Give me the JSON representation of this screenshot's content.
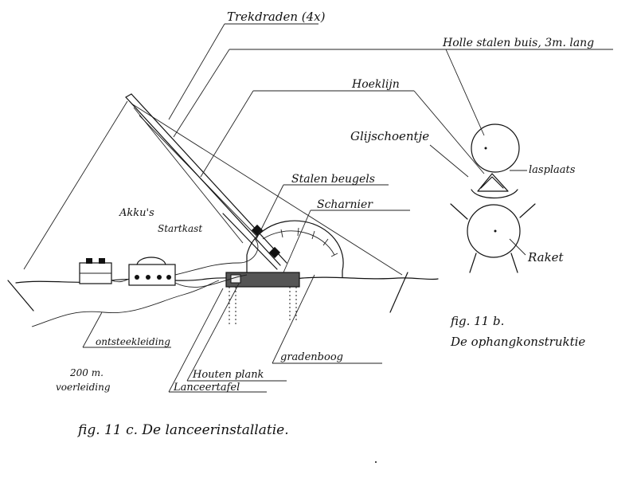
{
  "labels": {
    "trekdraden": "Trekdraden (4x)",
    "holle_buis": "Holle stalen buis, 3m. lang",
    "hoeklijn": "Hoeklijn",
    "glijschoentje": "Glijschoentje",
    "lasplaats": "lasplaats",
    "stalen_beugels": "Stalen beugels",
    "scharnier": "Scharnier",
    "akkus": "Akku's",
    "startkast": "Startkast",
    "raket": "Raket",
    "ontsteekleiding": "ontsteekleiding",
    "gradenboog": "gradenboog",
    "houten_plank": "Houten plank",
    "lanceertafel": "Lanceertafel",
    "verleiding_1": "200 m.",
    "verleiding_2": "voerleiding"
  },
  "captions": {
    "fig_11b_num": "fig. 11 b.",
    "fig_11b_title": "De ophangkonstruktie",
    "fig_11c": "fig. 11 c.  De lanceerinstallatie."
  }
}
